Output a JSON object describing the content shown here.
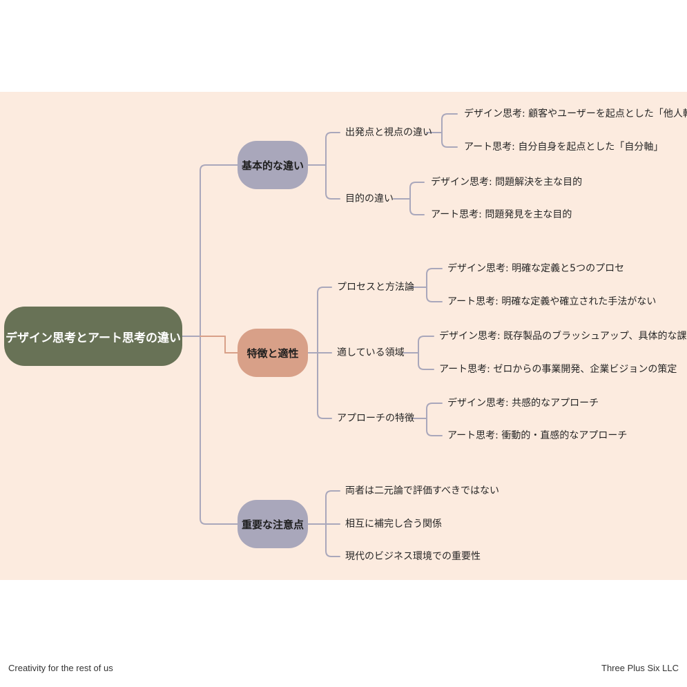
{
  "root": "デザイン思考とアート思考の違い",
  "branches": [
    {
      "label": "基本的な違い",
      "children": [
        {
          "label": "出発点と視点の違い",
          "leaves": [
            "デザイン思考: 顧客やユーザーを起点とした「他人軸」",
            "アート思考: 自分自身を起点とした「自分軸」"
          ]
        },
        {
          "label": "目的の違い",
          "leaves": [
            "デザイン思考: 問題解決を主な目的",
            "アート思考: 問題発見を主な目的"
          ]
        }
      ]
    },
    {
      "label": "特徴と適性",
      "children": [
        {
          "label": "プロセスと方法論",
          "leaves": [
            "デザイン思考: 明確な定義と5つのプロセ",
            "アート思考: 明確な定義や確立された手法がない"
          ]
        },
        {
          "label": "適している領域",
          "leaves": [
            "デザイン思考: 既存製品のブラッシュアップ、具体的な課題解決",
            "アート思考: ゼロからの事業開発、企業ビジョンの策定"
          ]
        },
        {
          "label": "アプローチの特徴",
          "leaves": [
            "デザイン思考: 共感的なアプローチ",
            "アート思考: 衝動的・直感的なアプローチ"
          ]
        }
      ]
    },
    {
      "label": "重要な注意点",
      "children": [
        {
          "label": "両者は二元論で評価すべきではない"
        },
        {
          "label": "相互に補完し合う関係"
        },
        {
          "label": "現代のビジネス環境での重要性"
        }
      ]
    }
  ],
  "footer": {
    "left": "Creativity for the rest of us",
    "right": "Three Plus Six LLC"
  },
  "colors": {
    "root": "#687256",
    "branch_gray": "#a9a7bb",
    "branch_brown": "#d8a088",
    "panel": "#fcebdf",
    "line": "#a9a7bb"
  }
}
